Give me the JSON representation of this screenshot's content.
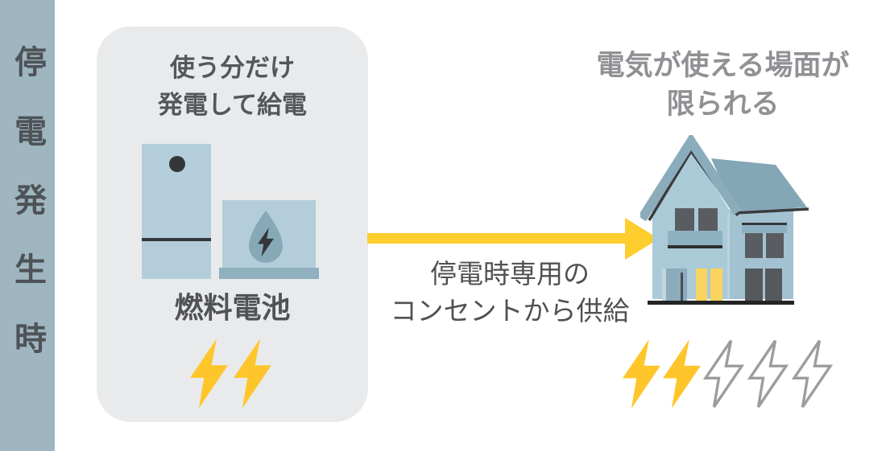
{
  "banner": {
    "label": "停電発生時"
  },
  "panel": {
    "title_line1": "使う分だけ",
    "title_line2": "発電して給電",
    "device_label": "燃料電池",
    "bolts_filled": 2
  },
  "flow": {
    "caption_line1": "停電時専用の",
    "caption_line2": "コンセントから供給"
  },
  "outcome": {
    "title_line1": "電気が使える場面が",
    "title_line2": "限られる",
    "bolts_filled": 2,
    "bolts_outline": 3
  },
  "colors": {
    "banner_bg": "#9fb6c1",
    "banner_text": "#4e5357",
    "panel_bg": "#e9eaeb",
    "arrow_yellow": "#fecd2e",
    "bolt_yellow": "#ffc62b",
    "device_blue": "#b3ceda",
    "droplet_blue": "#87a9b7",
    "house_wall_blue": "#abcad7",
    "house_roof_blue": "#84a7b6",
    "lit_door_yellow": "#fbd45f",
    "dark_detail": "#35363a",
    "text_dark": "#545659",
    "text_gray": "#8f9194",
    "bolt_outline_gray": "#9d9d9d"
  }
}
